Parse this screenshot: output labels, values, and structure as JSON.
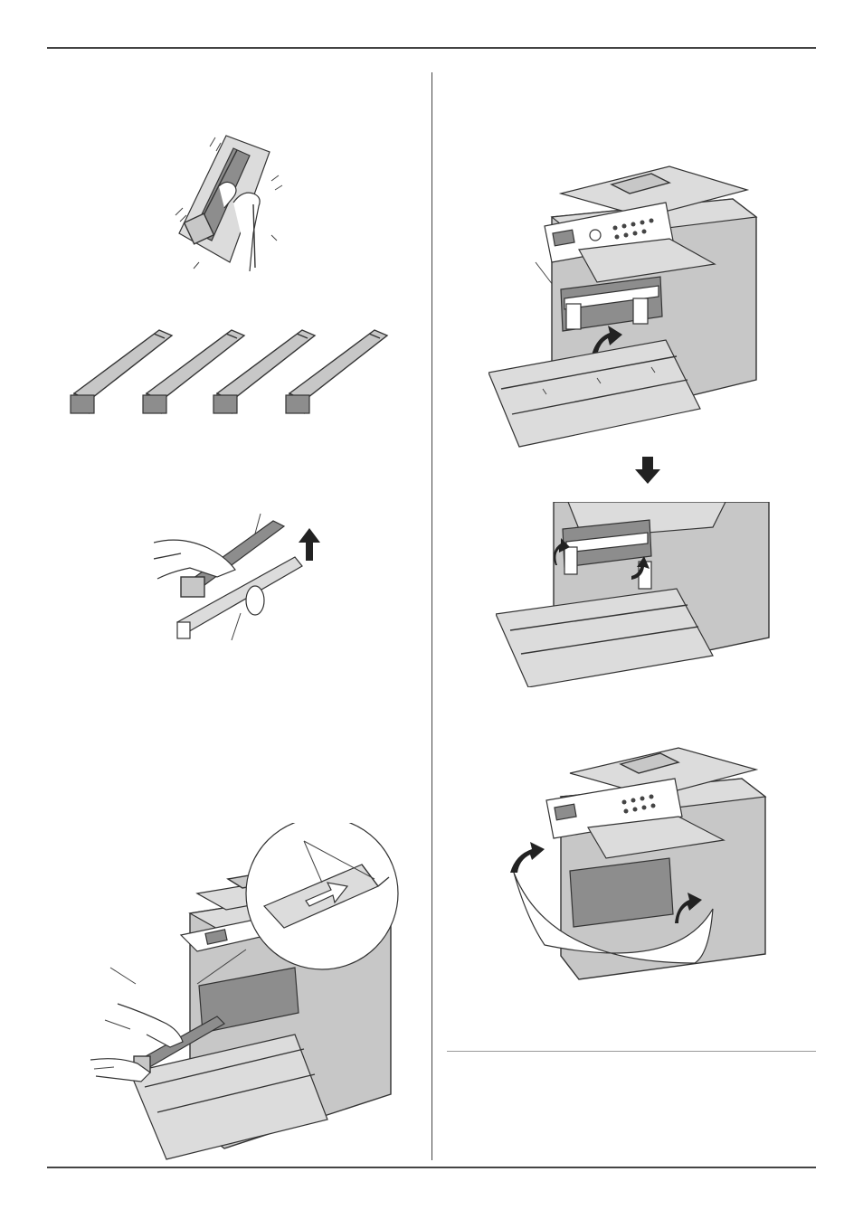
{
  "page": {
    "background": "#ffffff",
    "rule_color": "#444444",
    "divider_color": "#999999"
  },
  "illustrations": {
    "left_column": [
      {
        "name": "toner-cartridge-shaking-illustration"
      },
      {
        "name": "four-toner-cartridges-illustration"
      },
      {
        "name": "toner-removed-from-packaging-illustration"
      },
      {
        "name": "toner-inserted-into-machine-illustration"
      }
    ],
    "right_column": [
      {
        "name": "front-cover-open-levers-illustration"
      },
      {
        "name": "down-arrow-icon"
      },
      {
        "name": "levers-locked-illustration"
      },
      {
        "name": "front-cover-closing-illustration"
      }
    ]
  }
}
